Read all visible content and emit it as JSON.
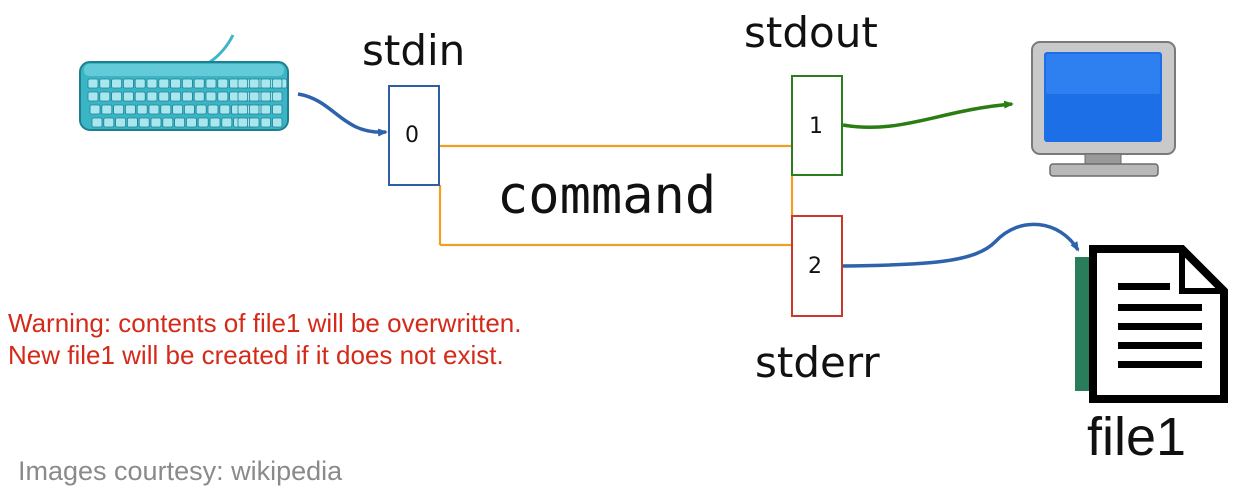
{
  "streams": {
    "stdin": {
      "name": "stdin",
      "fd": "0",
      "color": "#2e5fa3"
    },
    "stdout": {
      "name": "stdout",
      "fd": "1",
      "color": "#2a7d1e"
    },
    "stderr": {
      "name": "stderr",
      "fd": "2",
      "color": "#c8382b"
    }
  },
  "command": {
    "label": "command",
    "line_color": "#f0a020"
  },
  "target_file": {
    "label": "file1"
  },
  "warning": {
    "line1": "Warning: contents of file1 will be overwritten.",
    "line2": "New file1 will be created if it does not exist.",
    "color": "#d42a1a"
  },
  "credit": "Images courtesy: wikipedia",
  "icons": [
    "keyboard-icon",
    "monitor-icon",
    "document-icon"
  ],
  "arrow_colors": {
    "input": "#2e62ac",
    "output": "#2a7d12",
    "error": "#2e62ac"
  }
}
